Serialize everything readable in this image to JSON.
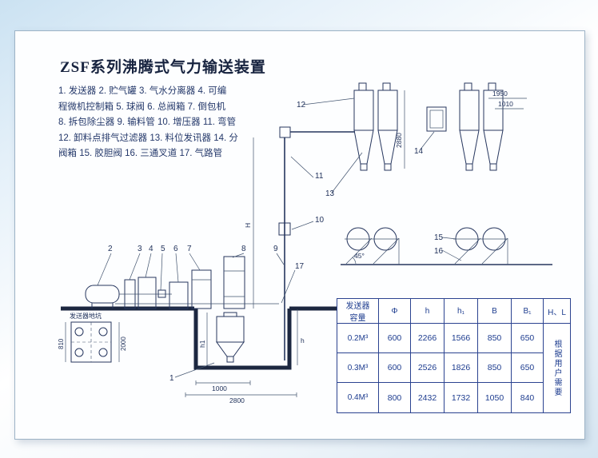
{
  "title": "ZSF系列沸腾式气力输送装置",
  "legend": {
    "line1": "1. 发送器  2. 贮气罐  3. 气水分离器  4. 可编",
    "line2": "程微机控制箱  5. 球阀  6. 总阀箱  7. 倒包机",
    "line3": "8. 拆包除尘器  9. 输料管  10. 增压器 11. 弯管",
    "line4": "12. 卸料点排气过滤器  13. 料位发讯器  14. 分",
    "line5": "阀箱  15. 胶胆阀  16. 三通叉道  17. 气路管"
  },
  "diagram": {
    "labels": {
      "n1": "1",
      "n2": "2",
      "n3": "3",
      "n4": "4",
      "n5": "5",
      "n6": "6",
      "n7": "7",
      "n8": "8",
      "n9": "9",
      "n10": "10",
      "n11": "11",
      "n12": "12",
      "n13": "13",
      "n14": "14",
      "n15": "15",
      "n16": "16",
      "n17": "17"
    },
    "dims": {
      "d2880": "2880",
      "d1950": "1950",
      "d1010": "1010",
      "d1000": "1000",
      "d2800": "2800",
      "d810": "810",
      "d2000": "2000",
      "angle": "45°",
      "H": "H",
      "h": "h",
      "h1": "h1"
    },
    "pit_label": "发送器地坑"
  },
  "table": {
    "headers": {
      "c0a": "发送器",
      "c0b": "容量",
      "c1": "Φ",
      "c2": "h",
      "c3": "h₁",
      "c4": "B",
      "c5": "B₁",
      "c6": "H、L"
    },
    "rows": [
      {
        "cap": "0.2M³",
        "phi": "600",
        "h": "2266",
        "h1": "1566",
        "b": "850",
        "b1": "650"
      },
      {
        "cap": "0.3M³",
        "phi": "600",
        "h": "2526",
        "h1": "1826",
        "b": "850",
        "b1": "650"
      },
      {
        "cap": "0.4M³",
        "phi": "800",
        "h": "2432",
        "h1": "1732",
        "b": "1050",
        "b1": "840"
      }
    ],
    "note": "根据用户需要"
  }
}
